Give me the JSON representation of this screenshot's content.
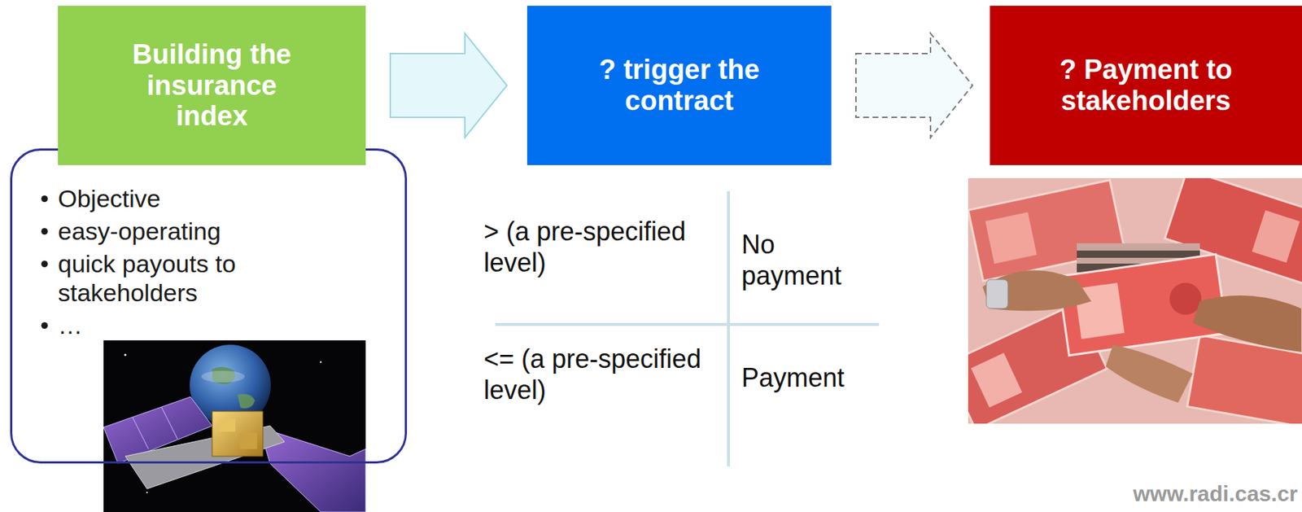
{
  "diagram": {
    "nodes": [
      {
        "text": [
          "Building the insurance index"
        ]
      },
      {
        "text": [
          "Objective",
          "easy-operating",
          "quick payouts to stakeholders",
          "…"
        ]
      },
      {
        "text": [
          "? trigger the contract"
        ]
      },
      {
        "text": [
          "? Payment to stakeholders"
        ]
      }
    ],
    "edges": [
      {
        "from": 0,
        "to": 2,
        "arrow": "to"
      },
      {
        "from": 2,
        "to": 3,
        "arrow": "to"
      }
    ],
    "labels": [
      "> (a pre-specified level)",
      "No payment",
      "<= (a pre-specified level)",
      "Payment",
      "www.radi.cas.cr"
    ]
  }
}
